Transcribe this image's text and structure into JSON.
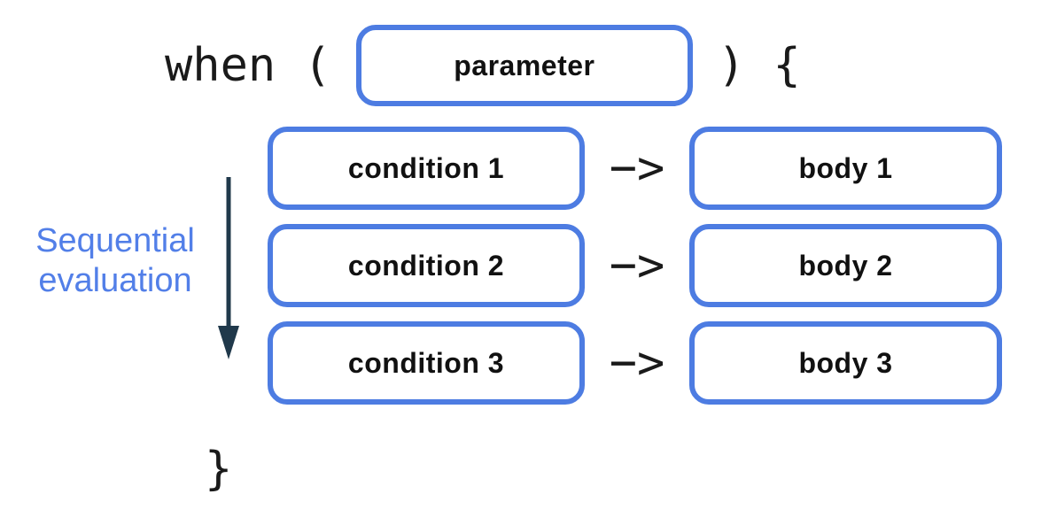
{
  "colors": {
    "box_border": "#4d7ce2",
    "side_label_text": "#527fe8",
    "sequence_arrow": "#20394b",
    "code_text": "#1a1a1a"
  },
  "code": {
    "when_prefix": "when (",
    "after_parameter": ") {",
    "closing_brace": "}"
  },
  "parameter": {
    "label": "parameter"
  },
  "rows": [
    {
      "condition": "condition 1",
      "arrow": "−>",
      "body": "body 1"
    },
    {
      "condition": "condition 2",
      "arrow": "−>",
      "body": "body 2"
    },
    {
      "condition": "condition 3",
      "arrow": "−>",
      "body": "body 3"
    }
  ],
  "side_label": {
    "line1": "Sequential",
    "line2": "evaluation"
  }
}
